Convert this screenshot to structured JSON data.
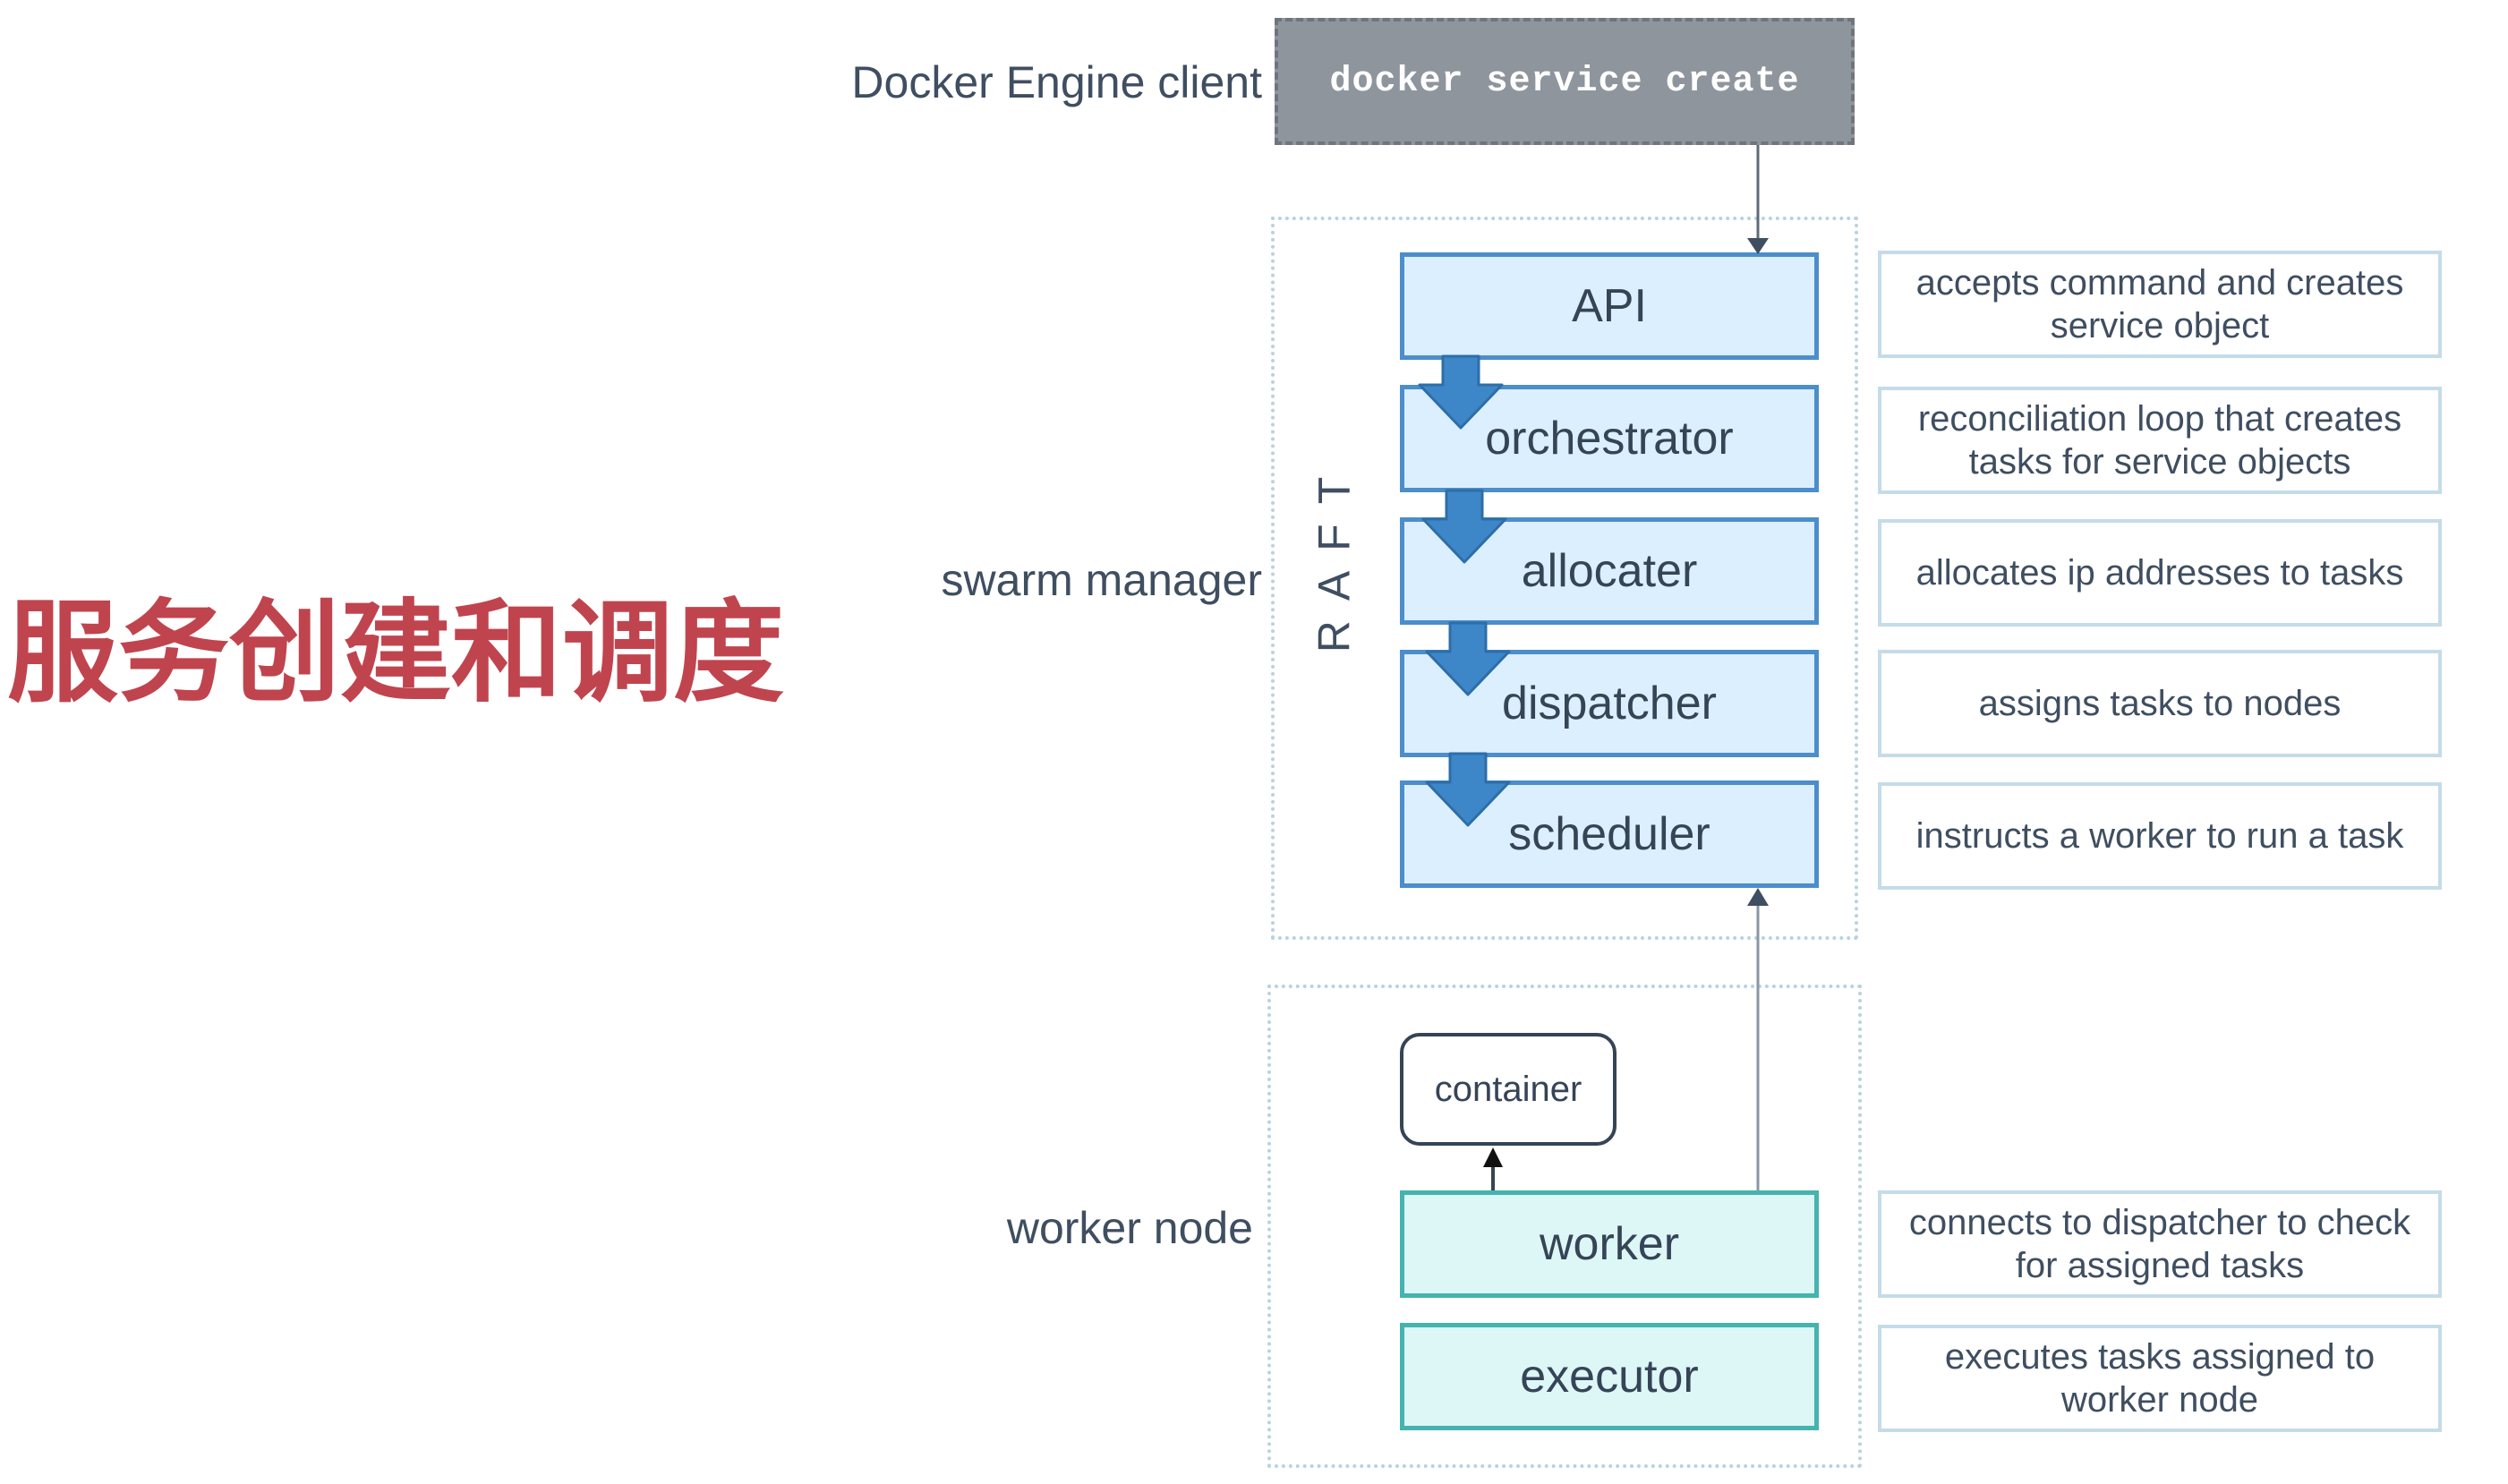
{
  "heading": "服务创建和调度",
  "labels": {
    "client": "Docker Engine client",
    "manager": "swarm manager",
    "worker_node": "worker node",
    "raft": "RAFT"
  },
  "command": "docker service create",
  "manager_components": [
    {
      "name": "API",
      "description": "accepts command and creates service object"
    },
    {
      "name": "orchestrator",
      "description": "reconciliation loop that creates tasks for service objects"
    },
    {
      "name": "allocater",
      "description": "allocates ip addresses to tasks"
    },
    {
      "name": "dispatcher",
      "description": "assigns tasks to nodes"
    },
    {
      "name": "scheduler",
      "description": "instructs a worker to run a task"
    }
  ],
  "worker_components": [
    {
      "name": "worker",
      "description": "connects to dispatcher to check for assigned tasks"
    },
    {
      "name": "executor",
      "description": "executes tasks assigned to worker node"
    }
  ],
  "container": "container",
  "colors": {
    "heading": "#c0444e",
    "manager_fill": "#dcefff",
    "manager_border": "#4b8ecb",
    "worker_fill": "#ddf6f6",
    "worker_border": "#45b3ae",
    "flow_arrow": "#3d87c9",
    "client_fill": "#8e959d"
  }
}
